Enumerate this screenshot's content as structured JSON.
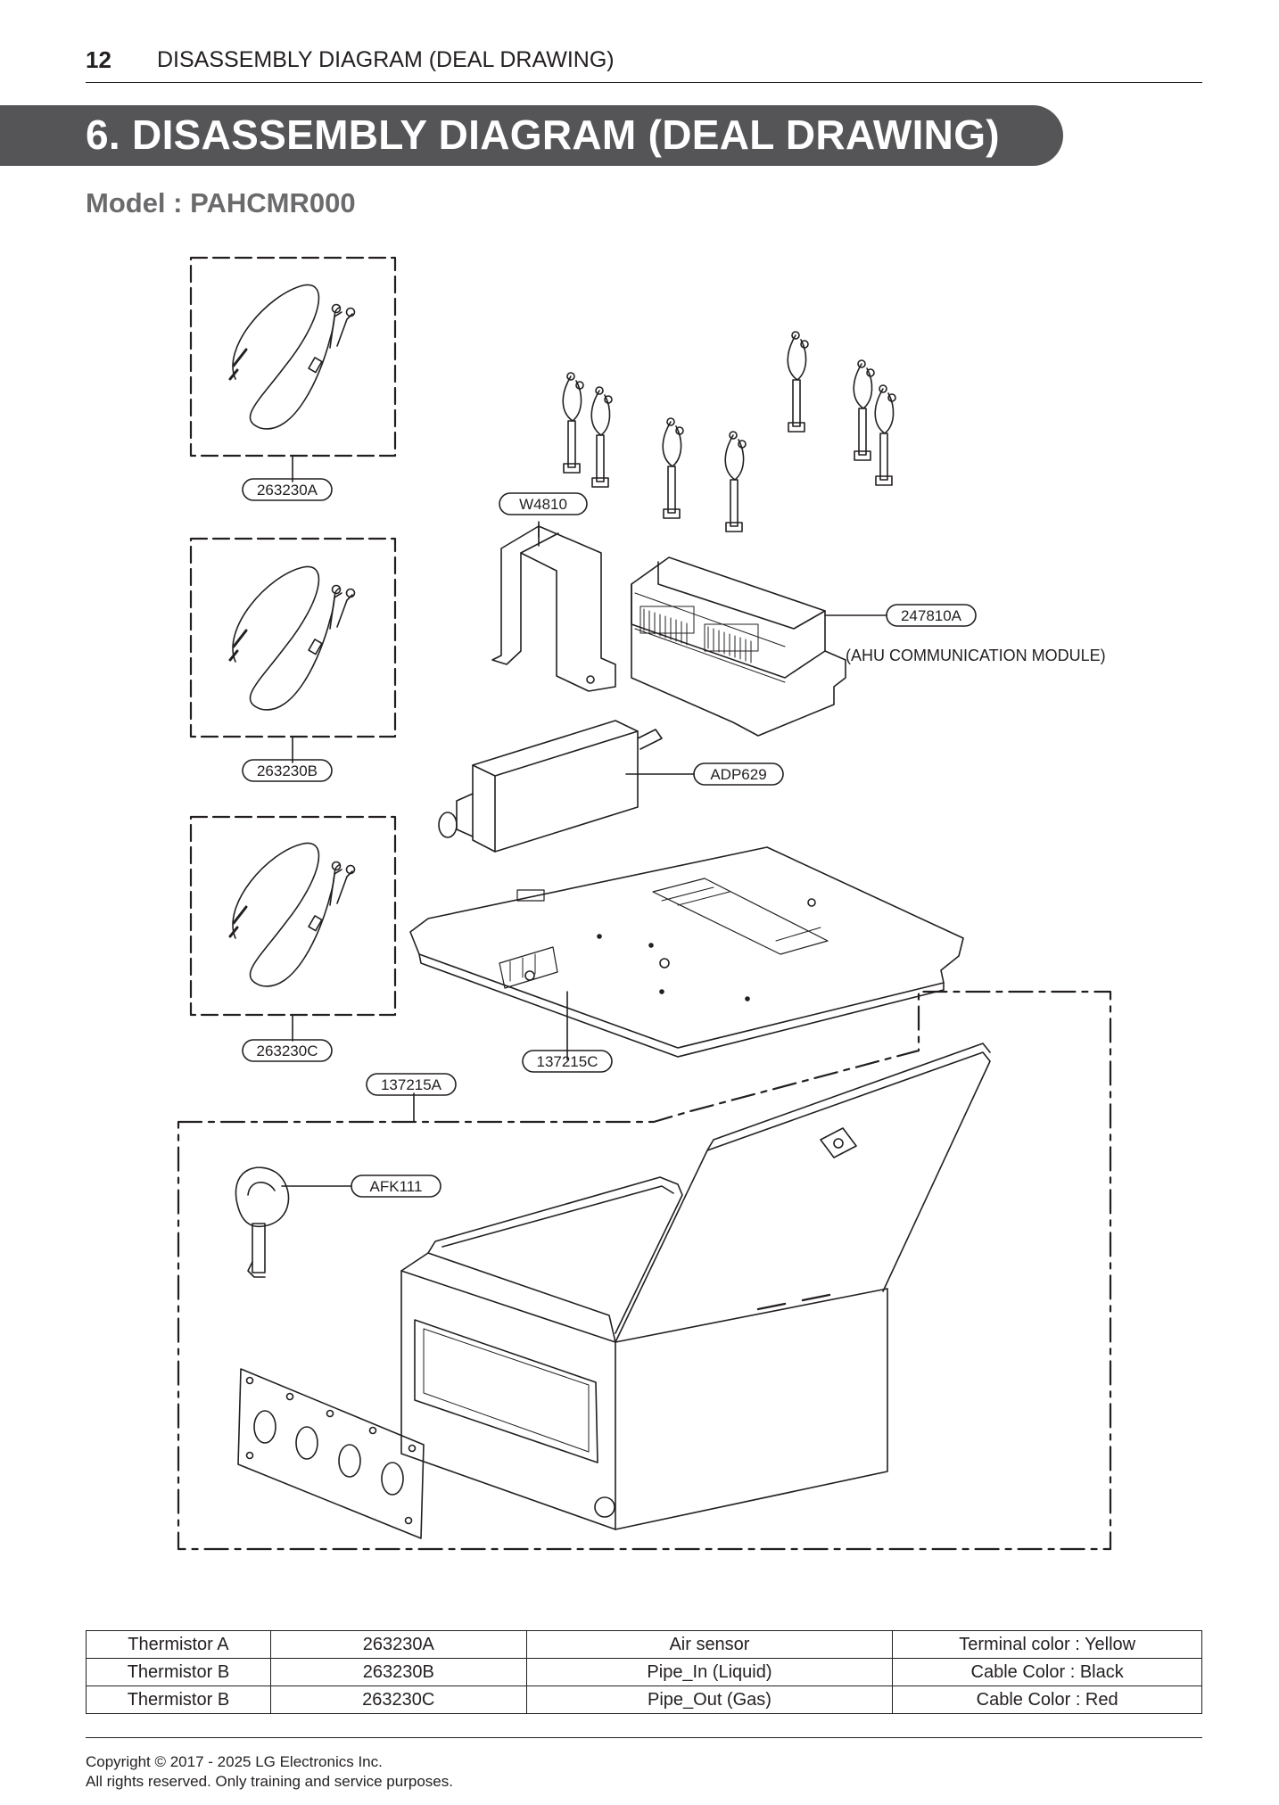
{
  "header": {
    "page_number": "12",
    "section": "DISASSEMBLY DIAGRAM (DEAL DRAWING)"
  },
  "title": "6. DISASSEMBLY DIAGRAM (DEAL DRAWING)",
  "model": "Model : PAHCMR000",
  "diagram": {
    "callouts": {
      "thermistor_a": "263230A",
      "thermistor_b": "263230B",
      "thermistor_c": "263230C",
      "bracket": "W4810",
      "module": "247810A",
      "module_note": "(AHU COMMUNICATION MODULE)",
      "adapter": "ADP629",
      "plate": "137215C",
      "box": "137215A",
      "key": "AFK111"
    }
  },
  "parts_table": {
    "rows": [
      [
        "Thermistor A",
        "263230A",
        "Air sensor",
        "Terminal color : Yellow"
      ],
      [
        "Thermistor B",
        "263230B",
        "Pipe_In (Liquid)",
        "Cable Color : Black"
      ],
      [
        "Thermistor B",
        "263230C",
        "Pipe_Out (Gas)",
        "Cable Color : Red"
      ]
    ]
  },
  "footer": {
    "line1": "Copyright © 2017 - 2025 LG Electronics Inc.",
    "line2": "All rights reserved. Only training and service purposes."
  }
}
